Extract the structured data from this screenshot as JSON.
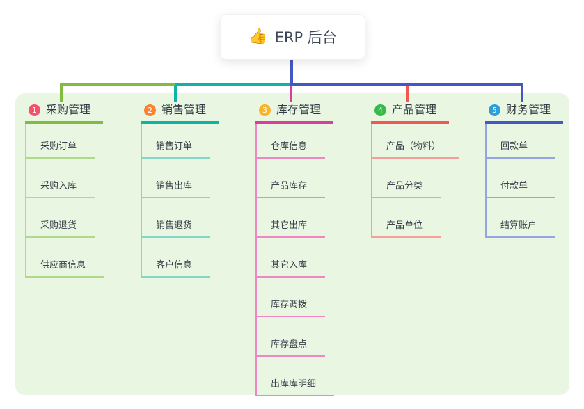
{
  "root": {
    "icon": "👍",
    "title": "ERP 后台"
  },
  "branches": [
    {
      "num": "1",
      "label": "采购管理",
      "color": "#82bb41",
      "light_color": "#b1d98a",
      "badge_color": "#f4516c",
      "children": [
        "采购订单",
        "采购入库",
        "采购退货",
        "供应商信息"
      ]
    },
    {
      "num": "2",
      "label": "销售管理",
      "color": "#10b3a3",
      "light_color": "#85d5c9",
      "badge_color": "#fa8231",
      "children": [
        "销售订单",
        "销售出库",
        "销售退货",
        "客户信息"
      ]
    },
    {
      "num": "3",
      "label": "库存管理",
      "color": "#d83f9d",
      "light_color": "#ef87c4",
      "badge_color": "#f7b32a",
      "children": [
        "仓库信息",
        "产品库存",
        "其它出库",
        "其它入库",
        "库存调拨",
        "库存盘点",
        "出库库明细"
      ]
    },
    {
      "num": "4",
      "label": "产品管理",
      "color": "#f25753",
      "light_color": "#f69e99",
      "badge_color": "#38b94c",
      "children": [
        "产品（物料）",
        "产品分类",
        "产品单位"
      ]
    },
    {
      "num": "5",
      "label": "财务管理",
      "color": "#4358c4",
      "light_color": "#94a5e1",
      "badge_color": "#2d9fd8",
      "children": [
        "回款单",
        "付款单",
        "结算账户"
      ]
    }
  ],
  "canvas": {
    "background_color": "#ffffff",
    "panel_color": "#e9f6e2",
    "root_line_color": "#4358c4",
    "text_color": "#3c414b"
  }
}
